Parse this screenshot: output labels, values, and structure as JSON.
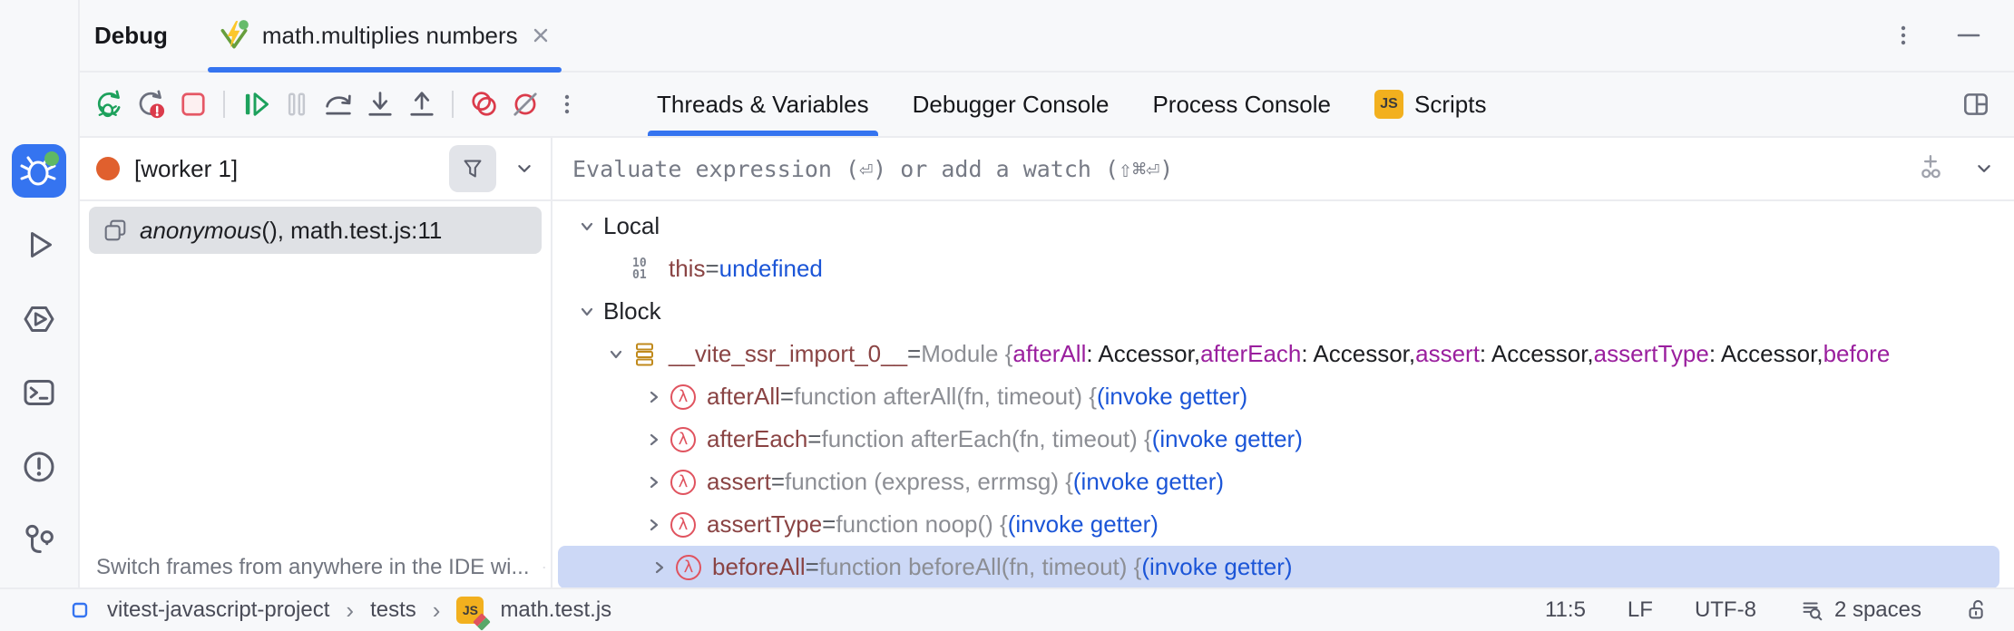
{
  "colors": {
    "accent": "#3574f0",
    "variable_name": "#8a4444",
    "value_gray": "#8c8e94",
    "key_purple": "#9a1f9e",
    "link_blue": "#1b55d7",
    "highlight_row_bg": "#ccd8f6",
    "selected_frame_bg": "#dfe1e5",
    "thread_dot": "#e0602e",
    "icon_red": "#db3b4b",
    "icon_green": "#1da15c",
    "js_badge_bg": "#f2b01e"
  },
  "header": {
    "title": "Debug",
    "tab": {
      "label": "math.multiplies numbers",
      "icon": "vitest-icon"
    },
    "right_icons": [
      "kebab-menu-icon",
      "minimize-icon"
    ]
  },
  "toolbar": {
    "buttons": [
      "rerun-debug",
      "rerun-failed-tests",
      "stop",
      "resume",
      "pause",
      "step-over",
      "step-into",
      "step-out",
      "view-breakpoints",
      "mute-breakpoints",
      "more-options"
    ],
    "right_icon": "layout-settings-icon"
  },
  "panel_tabs": [
    {
      "label": "Threads & Variables",
      "active": true
    },
    {
      "label": "Debugger Console",
      "active": false
    },
    {
      "label": "Process Console",
      "active": false
    },
    {
      "label": "Scripts",
      "active": false,
      "badge": "JS"
    }
  ],
  "tool_strip": [
    "debug",
    "run",
    "services",
    "terminal",
    "problems",
    "version-control"
  ],
  "frames": {
    "thread": {
      "label": "[worker 1]"
    },
    "items": [
      {
        "fn": "anonymous",
        "rest": "(), math.test.js:11"
      }
    ],
    "tip": {
      "text": "Switch frames from anywhere in the IDE wi..."
    }
  },
  "evaluate": {
    "placeholder": "Evaluate expression (⏎) or add a watch (⇧⌘⏎)"
  },
  "variables": {
    "rows": [
      {
        "level": 0,
        "chevron": "down",
        "icon": "",
        "highlight": false,
        "segments": [
          {
            "t": "Local",
            "s": "plain"
          }
        ]
      },
      {
        "level": 1,
        "chevron": "",
        "icon": "binary",
        "highlight": false,
        "segments": [
          {
            "t": "this",
            "s": "name"
          },
          {
            "t": " = ",
            "s": "sep"
          },
          {
            "t": "undefined",
            "s": "blue"
          }
        ]
      },
      {
        "level": 0,
        "chevron": "down",
        "icon": "",
        "highlight": false,
        "segments": [
          {
            "t": "Block",
            "s": "plain"
          }
        ]
      },
      {
        "level": 1,
        "chevron": "down",
        "icon": "module",
        "highlight": false,
        "segments": [
          {
            "t": "__vite_ssr_import_0__",
            "s": "name"
          },
          {
            "t": " = ",
            "s": "sep"
          },
          {
            "t": "Module {",
            "s": "gray"
          },
          {
            "t": "afterAll",
            "s": "purple"
          },
          {
            "t": ": Accessor, ",
            "s": "dark"
          },
          {
            "t": "afterEach",
            "s": "purple"
          },
          {
            "t": ": Accessor, ",
            "s": "dark"
          },
          {
            "t": "assert",
            "s": "purple"
          },
          {
            "t": ": Accessor, ",
            "s": "dark"
          },
          {
            "t": "assertType",
            "s": "purple"
          },
          {
            "t": ": Accessor, ",
            "s": "dark"
          },
          {
            "t": "before",
            "s": "purple"
          }
        ]
      },
      {
        "level": 2,
        "chevron": "right",
        "icon": "lambda",
        "highlight": false,
        "segments": [
          {
            "t": "afterAll",
            "s": "name"
          },
          {
            "t": " = ",
            "s": "sep"
          },
          {
            "t": "function afterAll(fn, timeout) { ",
            "s": "gray"
          },
          {
            "t": "(invoke getter)",
            "s": "blue"
          }
        ]
      },
      {
        "level": 2,
        "chevron": "right",
        "icon": "lambda",
        "highlight": false,
        "segments": [
          {
            "t": "afterEach",
            "s": "name"
          },
          {
            "t": " = ",
            "s": "sep"
          },
          {
            "t": "function afterEach(fn, timeout) { ",
            "s": "gray"
          },
          {
            "t": "(invoke getter)",
            "s": "blue"
          }
        ]
      },
      {
        "level": 2,
        "chevron": "right",
        "icon": "lambda",
        "highlight": false,
        "segments": [
          {
            "t": "assert",
            "s": "name"
          },
          {
            "t": " = ",
            "s": "sep"
          },
          {
            "t": "function (express, errmsg) { ",
            "s": "gray"
          },
          {
            "t": "(invoke getter)",
            "s": "blue"
          }
        ]
      },
      {
        "level": 2,
        "chevron": "right",
        "icon": "lambda",
        "highlight": false,
        "segments": [
          {
            "t": "assertType",
            "s": "name"
          },
          {
            "t": " = ",
            "s": "sep"
          },
          {
            "t": "function noop() { ",
            "s": "gray"
          },
          {
            "t": "(invoke getter)",
            "s": "blue"
          }
        ]
      },
      {
        "level": 2,
        "chevron": "right",
        "icon": "lambda",
        "highlight": true,
        "segments": [
          {
            "t": "beforeAll",
            "s": "name"
          },
          {
            "t": " = ",
            "s": "sep"
          },
          {
            "t": "function beforeAll(fn, timeout) { ",
            "s": "gray"
          },
          {
            "t": "(invoke getter)",
            "s": "blue"
          }
        ]
      }
    ]
  },
  "status_bar": {
    "breadcrumbs": [
      "vitest-javascript-project",
      "tests",
      "math.test.js"
    ],
    "file_badge": "JS",
    "caret": "11:5",
    "line_separator": "LF",
    "encoding": "UTF-8",
    "indent": "2 spaces"
  }
}
